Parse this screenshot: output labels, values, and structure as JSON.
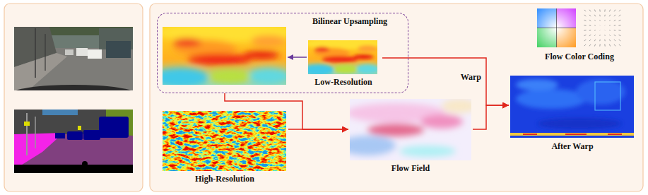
{
  "diagram": {
    "nodes": [
      {
        "text": [
          "Bilinear Upsampling"
        ]
      },
      {
        "text": [
          "Low-Resolution"
        ],
        "in": 0
      },
      {
        "text": [
          "High-Resolution"
        ]
      },
      {
        "text": [
          "Flow Field"
        ]
      },
      {
        "text": [
          "After Warp"
        ]
      },
      {
        "text": [
          "Flow Color Coding"
        ]
      }
    ],
    "edges": [
      {
        "from": 0,
        "to": 3,
        "arrow": "to"
      },
      {
        "from": 2,
        "to": 3,
        "arrow": "to"
      },
      {
        "from": 1,
        "to": 4,
        "label": "Warp",
        "arrow": "to"
      },
      {
        "from": 3,
        "to": 4,
        "arrow": "to"
      }
    ]
  }
}
